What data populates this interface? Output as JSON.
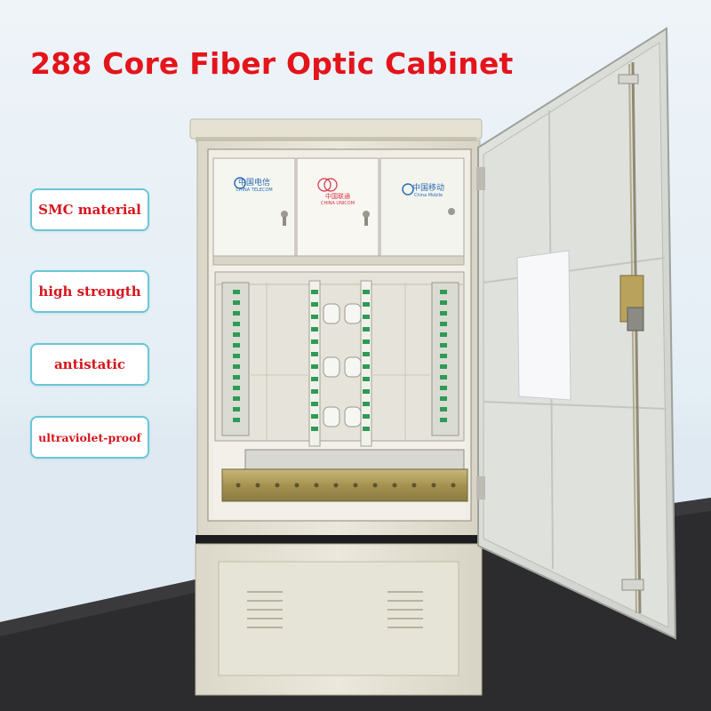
{
  "title": "288 Core Fiber Optic Cabinet",
  "features": [
    "SMC material",
    "high strength",
    "antistatic",
    "ultraviolet-proof"
  ],
  "colors": {
    "title": "#e4141b",
    "badge_text": "#d6151c",
    "badge_border": "#68c7d9",
    "cabinet_body": "#e9e6da",
    "floor": "#2a2a2c"
  },
  "logos": [
    {
      "name": "China Telecom",
      "text": "中国电信",
      "sub": "CHINA TELECOM",
      "color": "#2a6db5"
    },
    {
      "name": "China Unicom",
      "text": "中国联通",
      "sub": "CHINA UNICOM",
      "color": "#d8324a"
    },
    {
      "name": "China Mobile",
      "text": "中国移动",
      "sub": "China Mobile",
      "color": "#2a6db5"
    }
  ]
}
